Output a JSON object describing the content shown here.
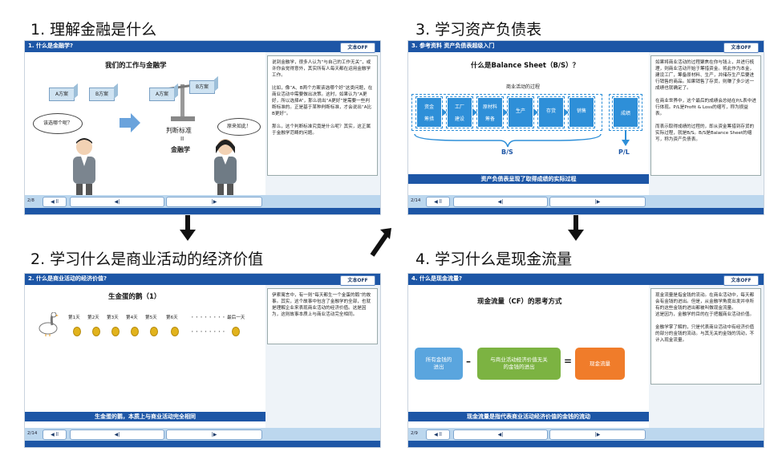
{
  "steps": {
    "s1": "1. 理解金融是什么",
    "s2": "2. 学习什么是商业活动的经济价值",
    "s3": "3. 学习资产负债表",
    "s4": "4. 学习什么是现金流量"
  },
  "common": {
    "off_btn": "文本OFF",
    "play_btn": "◀ ll",
    "prev_btn": "◀|",
    "next_btn": "|▶"
  },
  "slide1": {
    "header": "1. 什么是金融学?",
    "title": "我们的工作与金融学",
    "box_a": "A方案",
    "box_b": "B方案",
    "bubble_q": "该选哪个呢？",
    "bubble_a": "原来如此！",
    "judge_1": "判断标准",
    "judge_eq": "II",
    "judge_2": "金融学",
    "page": "2/8",
    "note": "说到金融学，很多人认为“与自己的工作无关”，或许你会觉得意外，其实所有人每天都在运用金融学工作。\n\n比如，像“A、B两个方案该选哪个好”这类问题，在商业活动中需要做出决策。这时，如果认为“A更好，所以选择A”，那么说出“A更好”是需要一些判断标准的。正是基于某种判断标准，才会说出“A比B更好”。\n\n那么，这个判断标准究竟是什么呢？其实，这正属于金融学范畴的问题。"
  },
  "slide2": {
    "header": "2. 什么是商业活动的经济价值?",
    "title": "生金蛋的鹅（1）",
    "days": [
      "第1天",
      "第2天",
      "第3天",
      "第4天",
      "第5天",
      "第6天",
      "・・・・・・・・",
      "最后一天"
    ],
    "caption": "生金蛋的鹅，本质上与商业活动完全相同",
    "page": "2/14",
    "note": "伊索寓言中，有一则“每天都生一个金蛋的鹅”的故事。其实，这个故事中包含了金融学的全部，也就是理解企业来表现商业活动的经济价值。这是因为，这则故事本质上与商业活动完全相同。"
  },
  "slide3": {
    "header": "3. 参考资料 资产负债表超级入门",
    "title": "什么是Balance Sheet（B/S）？",
    "process_label": "商业活动的过程",
    "flow": [
      {
        "top": "资金",
        "bottom": "筹措"
      },
      {
        "top": "工厂",
        "bottom": "建设"
      },
      {
        "top": "原材料",
        "bottom": "筹备"
      },
      {
        "top": "生产",
        "bottom": ""
      },
      {
        "top": "存货",
        "bottom": ""
      },
      {
        "top": "销售",
        "bottom": ""
      }
    ],
    "result": "成绩",
    "bs": "B/S",
    "pl": "P/L",
    "caption": "资产负债表呈现了取得成绩的实际过程",
    "page": "2/14",
    "note": "如果将商业活动的过程聚焦在你与钱上，并进行梳理，则商业活动开始于筹措资金。将此作为本金，建设工厂，筹备原材料、生产，并储存生产后要进行销售的商品。如果销售了存货，则赚了多少这一成绩也就确定了。\n\n在商业世界中，这个最后的成绩会总结在P/L表中进行体现。P/L是Profit & Loss的缩写，称为损益表。\n\n而表示取得成绩的过程的，即从资金筹措到存货的实际过程，就是B/S。B/S是Balance Sheet的缩写，称为资产负债表。"
  },
  "slide4": {
    "header": "4. 什么是现金流量?",
    "title": "现金流量（CF）的思考方式",
    "box1": "所有金钱的\n进出",
    "minus": "–",
    "box2": "与商业活动经济价值无关\n的金钱的进出",
    "equals": "=",
    "box3": "现金流量",
    "caption": "现金流量是指代表商业活动经济价值的金钱的流动",
    "page": "2/9",
    "note": "现金流量是指金钱的流动。在商业活动中，每天都会有金钱的进出。但是，从金融学角度出发并非所有的这些金钱的进出都被叫做现金流量。\n这是因为，金融学的目的在于把握商业活动价值。\n\n金融学掌了解的，只是代表商业活动中有经济价值的部分的金钱的流动。与其无关的金钱的流动，不计入现金流量。"
  },
  "colors": {
    "header_blue": "#1d56a6",
    "flow_blue": "#2e8fd8",
    "cf_blue": "#5aa5de",
    "cf_green": "#7cb342",
    "cf_orange": "#f07c2a"
  }
}
